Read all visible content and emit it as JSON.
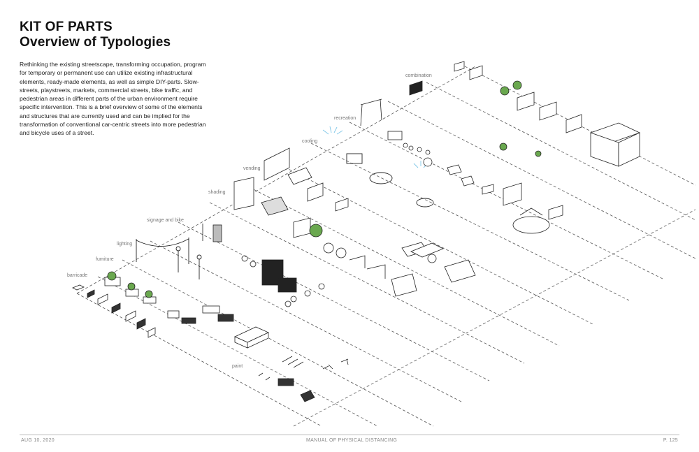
{
  "title": {
    "line1": "KIT OF PARTS",
    "line2": "Overview of Typologies"
  },
  "intro": "Rethinking the existing streetscape, transforming occupation, program for temporary or permanent use can utilize existing infrastructural elements, ready-made elements, as well as simple DIY-parts. Slow-streets, playstreets, markets, commercial streets, bike traffic, and pedestrian areas in different parts of the urban environment require specific intervention. This is a brief overview of some of the elements and structures that are currently used and can be implied for the transformation of conventional car-centric streets into more pedestrian and bicycle uses of a street.",
  "labels": {
    "barricade": "barricade",
    "furniture": "furniture",
    "lighting": "lighting",
    "signage": "signage and bike",
    "shading": "shading",
    "vending": "vending",
    "cooling": "cooling",
    "recreation": "recreation",
    "combination": "combination",
    "paint": "paint"
  },
  "colors": {
    "plant_green": "#6aa84f",
    "water_blue": "#7fc7e8",
    "line": "#333333",
    "label_gray": "#777777"
  },
  "footer": {
    "date": "AUG 10, 2020",
    "doc_title": "MANUAL OF PHYSICAL DISTANCING",
    "page": "P. 125"
  }
}
